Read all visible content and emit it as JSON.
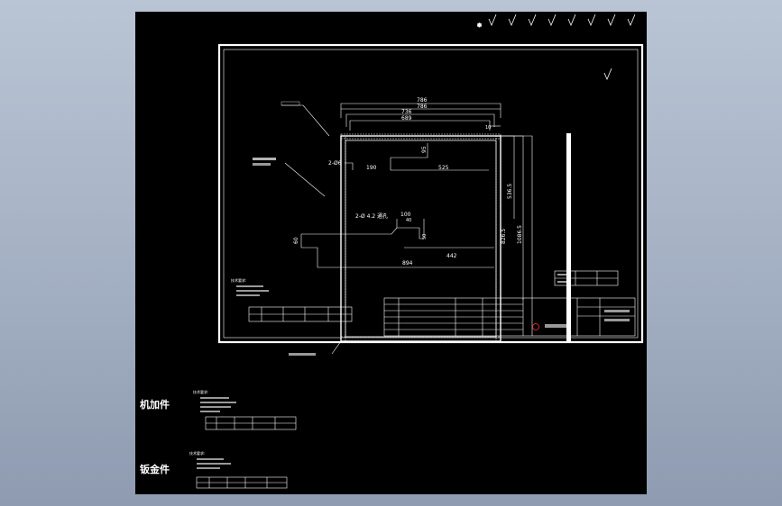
{
  "drawing": {
    "dimensions": {
      "d786_top": "786",
      "d786_second": "786",
      "d736": "736",
      "d689": "689",
      "d10": "10",
      "d95": "95",
      "d190": "190",
      "d525": "525",
      "d100": "100",
      "d40": "40",
      "d50": "50",
      "d60": "60",
      "d442": "442",
      "d894": "894",
      "d5365": "536.5",
      "d8265": "826.5",
      "d10865": "1086.5"
    },
    "labels": {
      "hole_note_1": "2-Ø6",
      "hole_note_2": "2-Ø 4.2 通孔",
      "part_label_ji": "机加件",
      "part_label_ban": "钣金件",
      "note_heading_top": "技术要求:",
      "note_heading_mid": "技术要求:",
      "note_heading_bot": "技术要求:"
    },
    "colors": {
      "line": "#ffffff",
      "background": "#000000",
      "accent_red": "#ff3030"
    }
  }
}
